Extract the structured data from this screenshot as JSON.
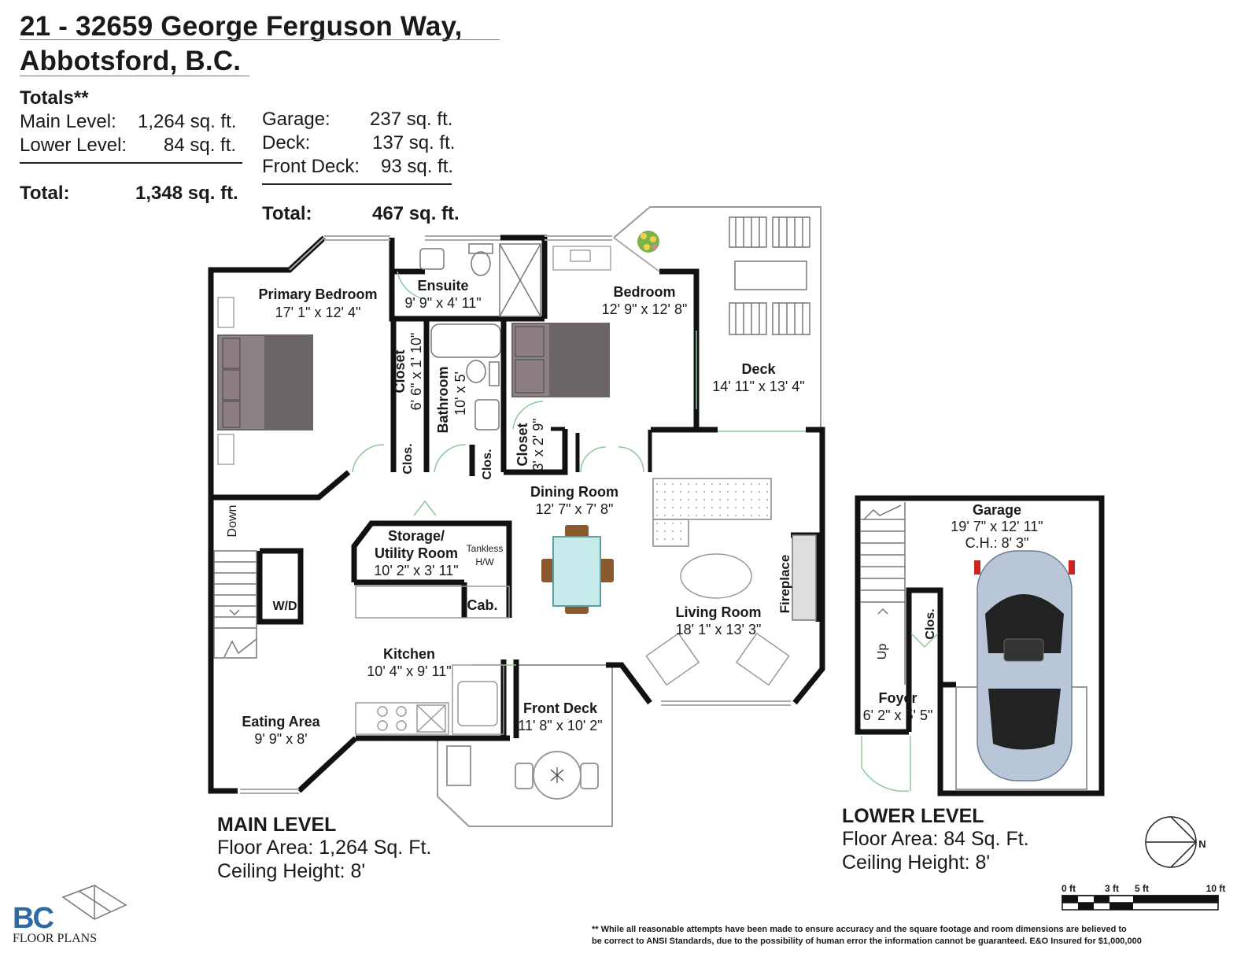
{
  "address": {
    "line1": "21 - 32659 George Ferguson Way,",
    "line2": "Abbotsford, B.C."
  },
  "totals": {
    "heading": "Totals**",
    "living": [
      {
        "label": "Main Level:",
        "value": "1,264 sq. ft."
      },
      {
        "label": "Lower Level:",
        "value": "84 sq. ft."
      }
    ],
    "living_total": {
      "label": "Total:",
      "value": "1,348 sq. ft."
    },
    "other": [
      {
        "label": "Garage:",
        "value": "237 sq. ft."
      },
      {
        "label": "Deck:",
        "value": "137 sq. ft."
      },
      {
        "label": "Front Deck:",
        "value": "93 sq. ft."
      }
    ],
    "other_total": {
      "label": "Total:",
      "value": "467 sq. ft."
    }
  },
  "rooms": {
    "primary_bedroom": {
      "name": "Primary Bedroom",
      "dim": "17' 1\" x 12' 4\""
    },
    "ensuite": {
      "name": "Ensuite",
      "dim": "9' 9\" x 4' 11\""
    },
    "bedroom": {
      "name": "Bedroom",
      "dim": "12' 9\" x 12' 8\""
    },
    "deck": {
      "name": "Deck",
      "dim": "14' 11\" x 13' 4\""
    },
    "closet1": {
      "name": "Closet",
      "dim": "6' 6\" x 1' 10\""
    },
    "bathroom": {
      "name": "Bathroom",
      "dim": "10' x 5'"
    },
    "closet2": {
      "name": "Closet",
      "dim": "3' x 2' 9\""
    },
    "clos1": "Clos.",
    "clos2": "Clos.",
    "dining_room": {
      "name": "Dining Room",
      "dim": "12' 7\" x 7' 8\""
    },
    "storage": {
      "name1": "Storage/",
      "name2": "Utility Room",
      "dim": "10' 2\" x 3' 11\""
    },
    "tankless": {
      "line1": "Tankless",
      "line2": "H/W"
    },
    "cab": "Cab.",
    "wd": "W/D",
    "down": "Down",
    "fireplace": "Fireplace",
    "living_room": {
      "name": "Living Room",
      "dim": "18' 1\" x 13' 3\""
    },
    "kitchen": {
      "name": "Kitchen",
      "dim": "10' 4\" x 9' 11\""
    },
    "eating_area": {
      "name": "Eating Area",
      "dim": "9' 9\" x 8'"
    },
    "front_deck": {
      "name": "Front Deck",
      "dim": "11' 8\" x 10' 2\""
    },
    "garage": {
      "name": "Garage",
      "dim": "19' 7\" x 12' 11\"",
      "ch": "C.H.: 8' 3\""
    },
    "clos3": "Clos.",
    "up": "Up",
    "foyer": {
      "name": "Foyer",
      "dim": "6' 2\" x 5' 5\""
    }
  },
  "main_level": {
    "title": "MAIN LEVEL",
    "area": "Floor Area: 1,264 Sq. Ft.",
    "height": "Ceiling Height: 8'"
  },
  "lower_level": {
    "title": "LOWER LEVEL",
    "area": "Floor Area:  84 Sq. Ft.",
    "height": "Ceiling Height: 8'"
  },
  "compass": {
    "label": "N"
  },
  "scale": {
    "labels": [
      "0 ft",
      "3 ft",
      "5 ft",
      "10 ft"
    ]
  },
  "logo": {
    "text": "BC",
    "sub": "FLOOR PLANS"
  },
  "disclaimer": {
    "line1": "** While all reasonable attempts have been made to ensure accuracy and the square footage and room dimensions are believed to",
    "line2": "be correct to ANSI Standards, due to the possibility of human error the information cannot be guaranteed. E&O Insured for $1,000,000"
  },
  "colors": {
    "wall": "#111111",
    "furniture": "#6b6566",
    "window": "#9a9a9a",
    "door": "#8fc79a",
    "car": "#b9c6d8",
    "logo": "#2d6aa3"
  }
}
